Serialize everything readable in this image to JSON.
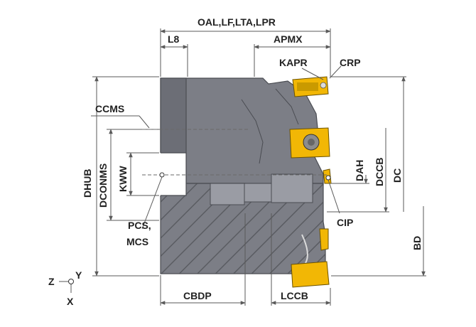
{
  "labels": {
    "oal": "OAL,LF,LTA,LPR",
    "l8": "L8",
    "apmx": "APMX",
    "kapr": "KAPR",
    "crp": "CRP",
    "ccms": "CCMS",
    "dhub": "DHUB",
    "dconms": "DCONMS",
    "kww": "KWW",
    "pcs": "PCS,",
    "mcs": "MCS",
    "dah": "DAH",
    "dccb": "DCCB",
    "dc": "DC",
    "cip": "CIP",
    "bd": "BD",
    "cbdp": "CBDP",
    "lccb": "LCCB",
    "axis_z": "Z",
    "axis_y": "Y",
    "axis_x": "X"
  },
  "colors": {
    "body": "#7c7e86",
    "insert": "#f2b705",
    "dimension": "#5a5a5a"
  }
}
